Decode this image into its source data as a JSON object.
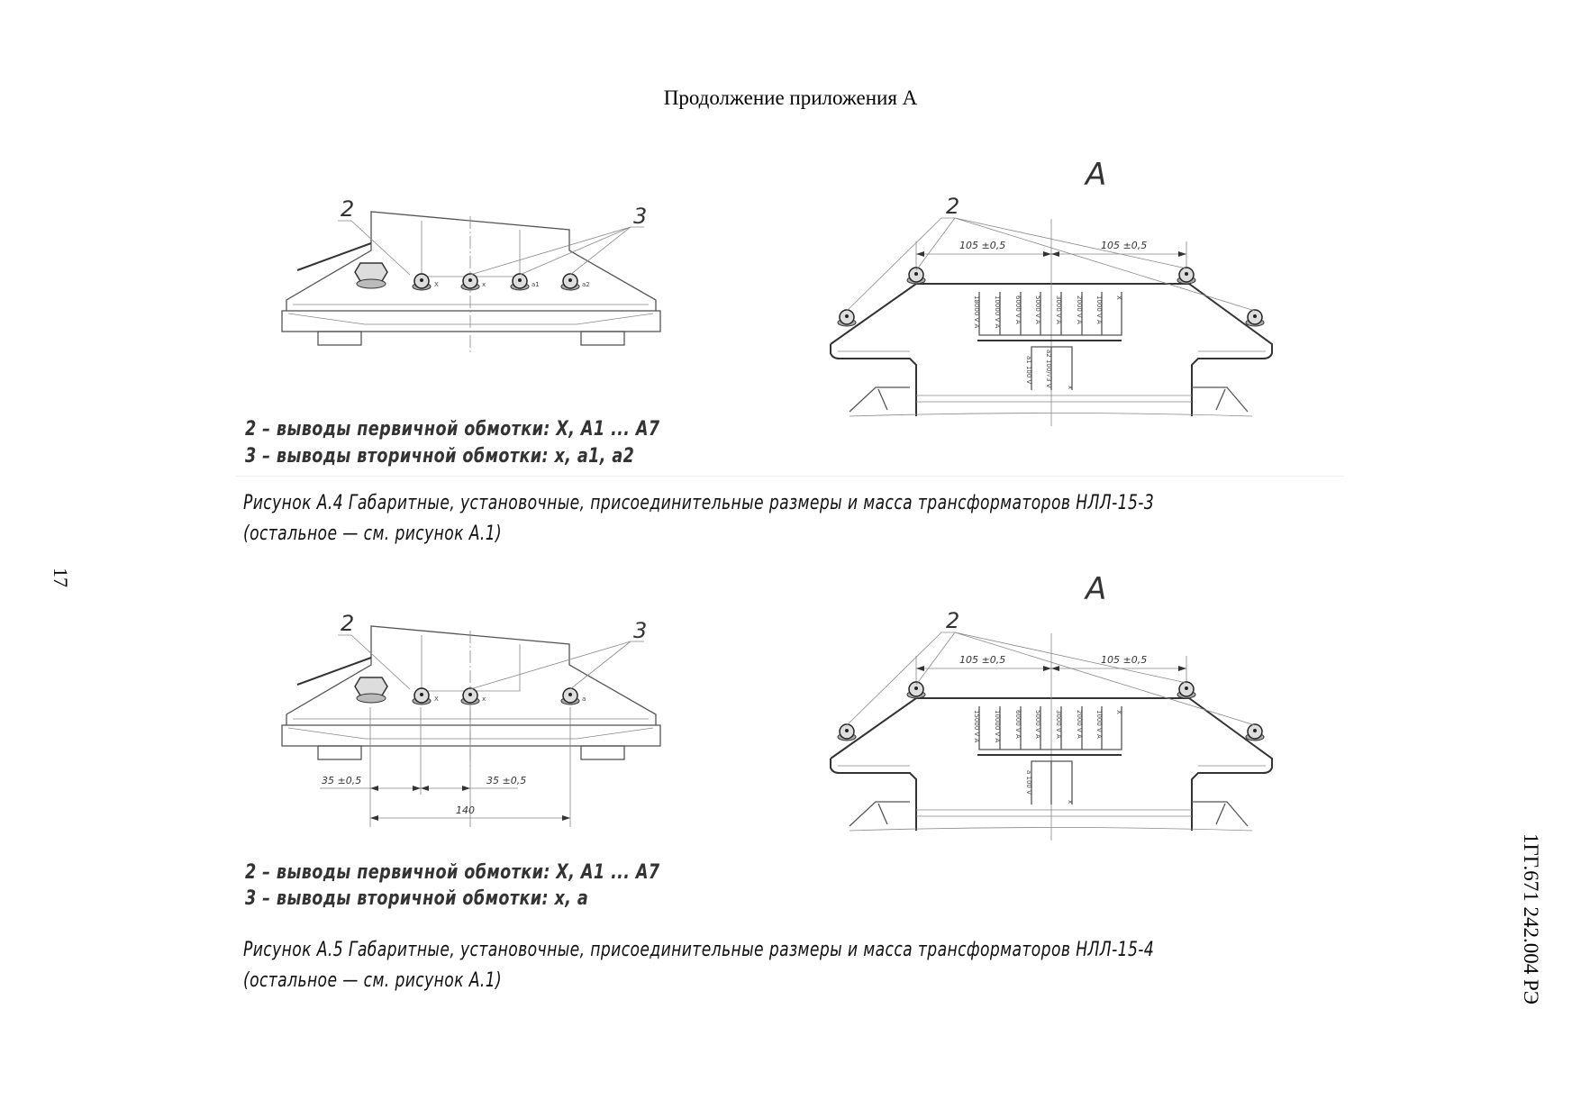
{
  "header": {
    "title": "Продолжение приложения А"
  },
  "page_number": "17",
  "document_code": "1ГГ.671 242.004 РЭ",
  "figures": [
    {
      "view_label": "А",
      "callout_primary": "2",
      "callout_secondary": "3",
      "dimension_left": "105 ±0,5",
      "dimension_right": "105 ±0,5",
      "front_terminal_labels": [
        "X",
        "x",
        "a1",
        "a2"
      ],
      "primary_tap_labels": [
        "18000 V A",
        "10000 V A",
        "6000 V A",
        "5000 V A",
        "3000 V A",
        "2000 V A",
        "1000 V A",
        "X"
      ],
      "secondary_tap_labels": [
        "a1 100 V",
        "a2 100/√3 V",
        "x"
      ],
      "legend": [
        "2 – выводы первичной обмотки: X, A1 ... A7",
        "3 – выводы вторичной обмотки: x, a1, a2"
      ],
      "caption_line1": "Рисунок А.4 Габаритные, установочные, присоединительные размеры и масса трансформаторов НЛЛ-15-3",
      "caption_line2": "(остальное — см. рисунок А.1)"
    },
    {
      "view_label": "А",
      "callout_primary": "2",
      "callout_secondary": "3",
      "dimension_left": "105 ±0,5",
      "dimension_right": "105 ±0,5",
      "front_terminal_labels": [
        "X",
        "x",
        "a"
      ],
      "front_dim_left": "35 ±0,5",
      "front_dim_right": "35 ±0,5",
      "front_dim_total": "140",
      "primary_tap_labels": [
        "15000 V A",
        "10000 V A",
        "6000 V A",
        "5000 V A",
        "3000 V A",
        "2000 V A",
        "1000 V A",
        "X"
      ],
      "secondary_tap_labels": [
        "a 100 V",
        "x"
      ],
      "legend": [
        "2 – выводы первичной обмотки: X, A1 ... A7",
        "3 – выводы вторичной обмотки: x, a"
      ],
      "caption_line1": "Рисунок А.5 Габаритные, установочные, присоединительные размеры и масса трансформаторов НЛЛ-15-4",
      "caption_line2": "(остальное — см. рисунок А.1)"
    }
  ]
}
